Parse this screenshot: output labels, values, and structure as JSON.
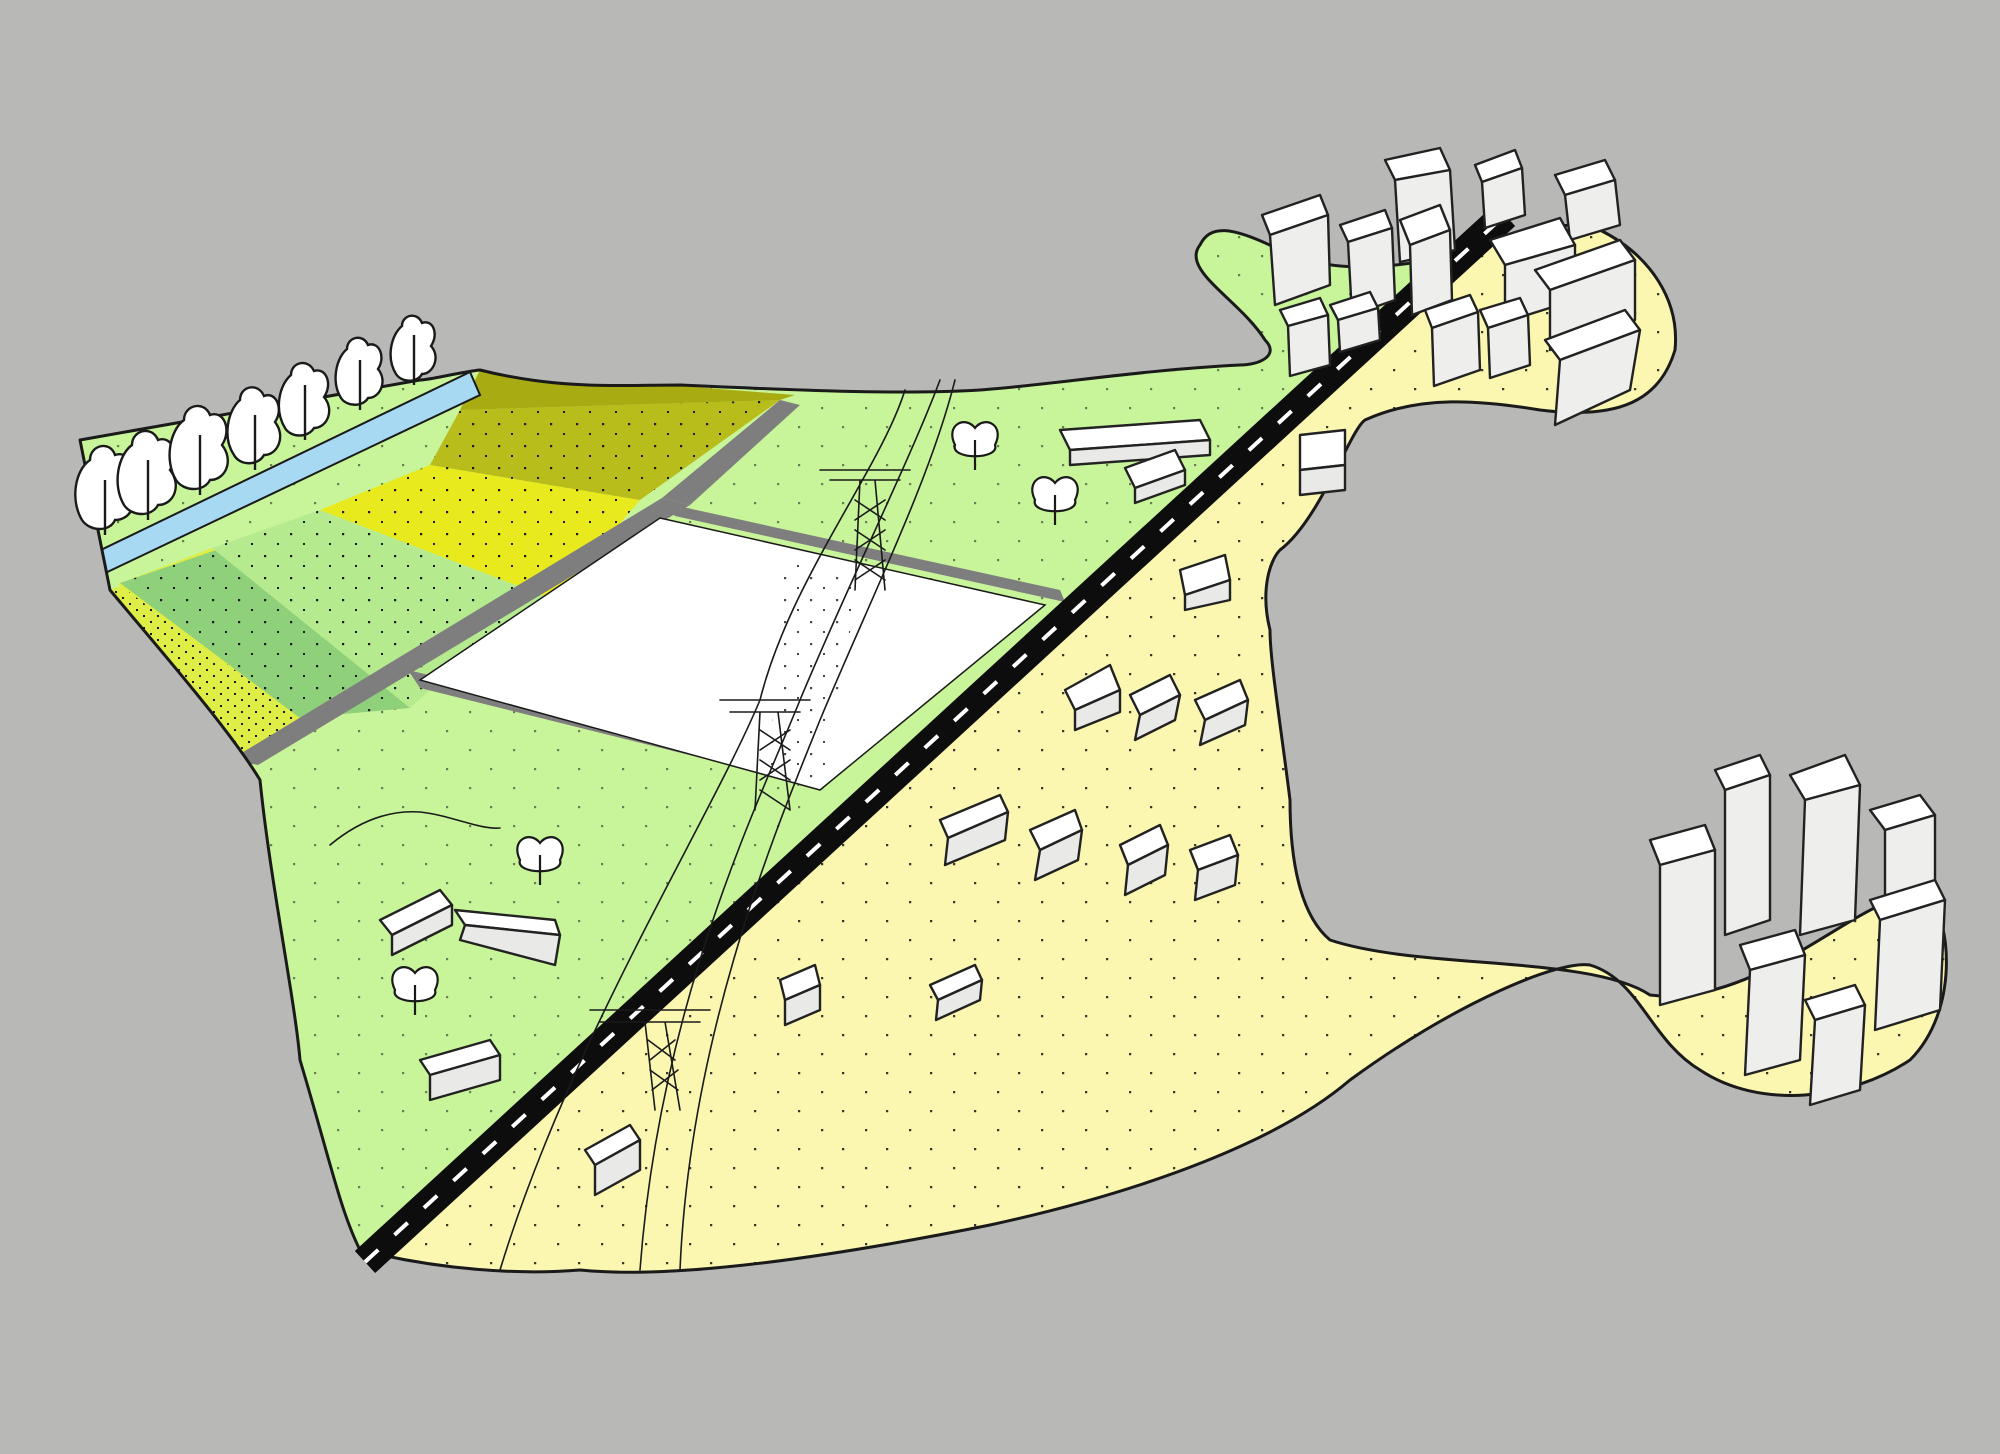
{
  "sketch": {
    "colors": {
      "background": "#b8b9b6",
      "suburb": "#fbf7b0",
      "meadow": "#c8f59a",
      "green_dark": "#8fd07a",
      "green_mid": "#b5ea8e",
      "field_lime": "#dfee46",
      "field_yellow": "#e8ea1e",
      "field_olive": "#b9bd1c",
      "field_khaki": "#a8ab12",
      "river": "#a8d9f3",
      "road": "#0d0d0d",
      "lane_marking": "#ffffff",
      "paved_strip": "#7e7e7e",
      "cleared_plot": "#ffffff",
      "building": "#f4f4f2"
    },
    "elements": [
      "tree-row",
      "river",
      "crop-fields",
      "highway",
      "pylons",
      "houses",
      "high-rise-cluster-north",
      "high-rise-cluster-south"
    ]
  }
}
